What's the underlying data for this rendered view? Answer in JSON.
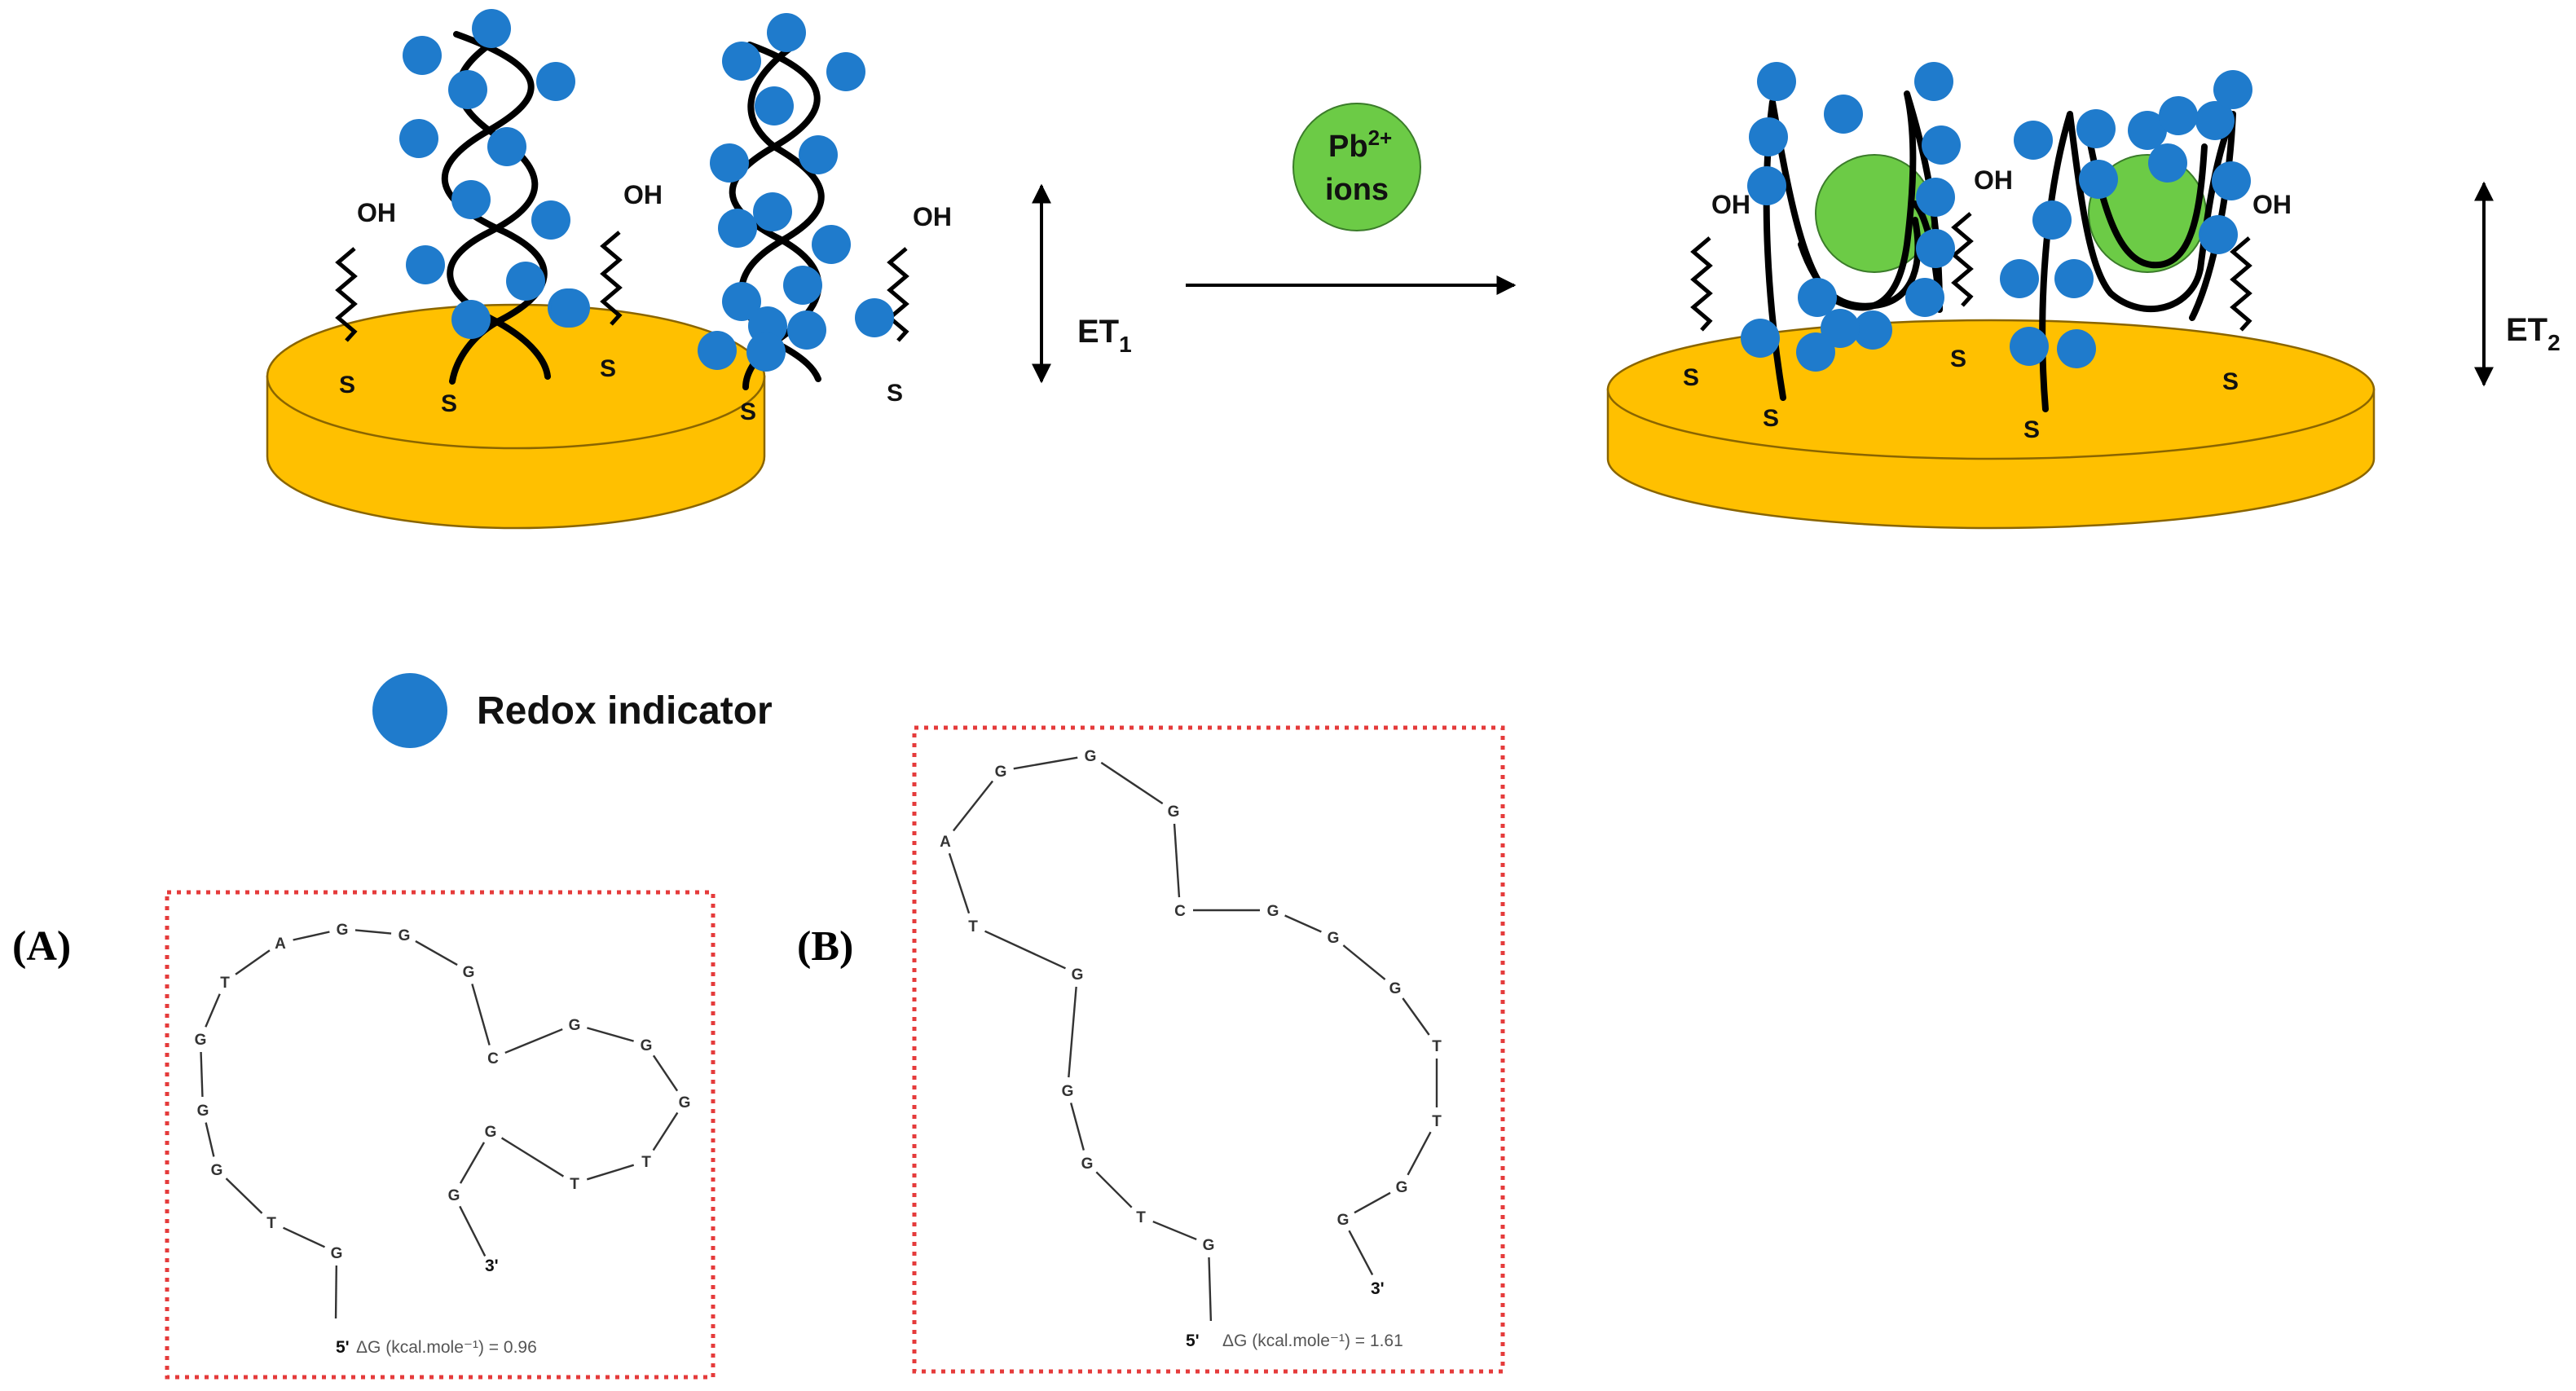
{
  "scheme": {
    "surface_groups": {
      "thiol": "S",
      "hydroxyl": "OH"
    },
    "ion_label_line1": "Pb",
    "ion_label_sup": "2+",
    "ion_label_line2": "ions",
    "et1_label": "ET",
    "et1_sub": "1",
    "et2_label": "ET",
    "et2_sub": "2",
    "legend_label": "Redox indicator"
  },
  "colors": {
    "gold_electrode": "#ffc000",
    "redox_indicator": "#1f7bcc",
    "pb_ion": "#6ccb46",
    "frame": "#e53b3b"
  },
  "panel_a": {
    "tag": "(A)",
    "sequence": [
      "G",
      "T",
      "G",
      "G",
      "G",
      "T",
      "A",
      "G",
      "G",
      "G",
      "C",
      "G",
      "G",
      "G",
      "T",
      "T",
      "G",
      "G"
    ],
    "five_prime": "5'",
    "three_prime": "3'",
    "dg_text": "ΔG (kcal.mole⁻¹) = 0.96"
  },
  "panel_b": {
    "tag": "(B)",
    "sequence": [
      "G",
      "T",
      "G",
      "G",
      "G",
      "T",
      "A",
      "G",
      "G",
      "G",
      "C",
      "G",
      "G",
      "G",
      "T",
      "T",
      "G",
      "G"
    ],
    "five_prime": "5'",
    "three_prime": "3'",
    "dg_text": "ΔG (kcal.mole⁻¹) = 1.61"
  }
}
